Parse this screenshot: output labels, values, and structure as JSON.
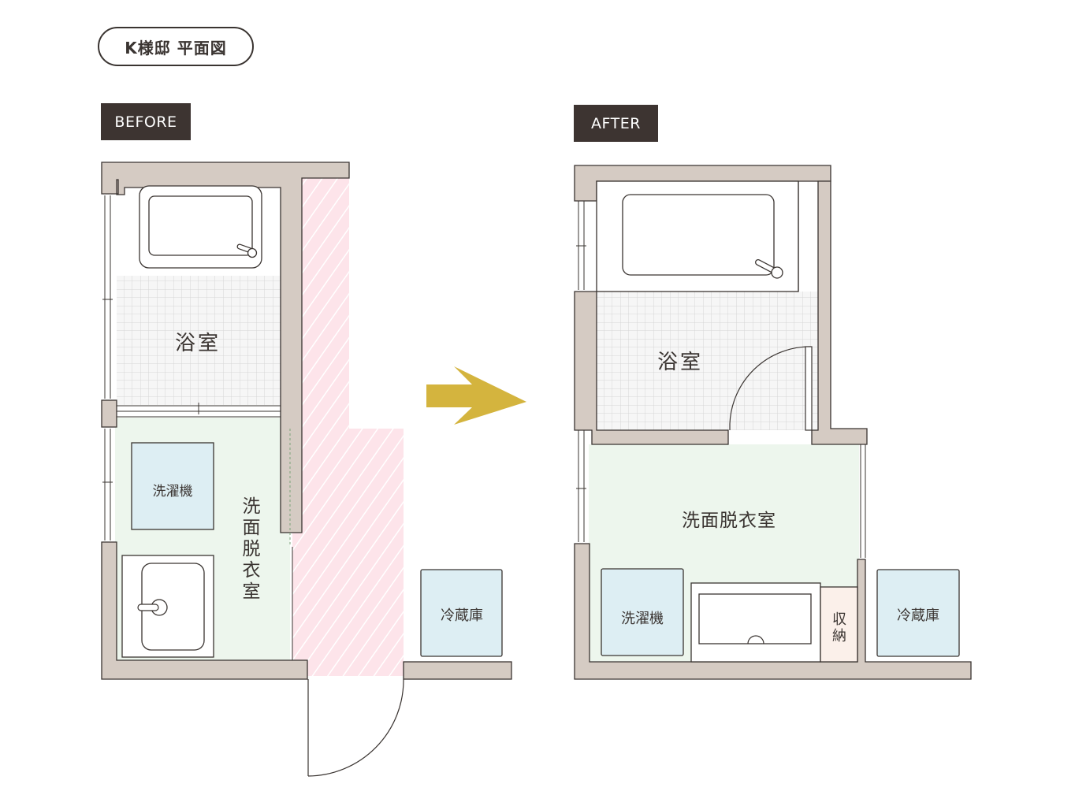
{
  "title": "K様邸 平面図",
  "before": {
    "label": "BEFORE",
    "rooms": {
      "bath": "浴室",
      "washer": "洗濯機",
      "dressing": [
        "洗",
        "面",
        "脱",
        "衣",
        "室"
      ],
      "fridge": "冷蔵庫"
    }
  },
  "after": {
    "label": "AFTER",
    "rooms": {
      "bath": "浴室",
      "dressing": "洗面脱衣室",
      "washer": "洗濯機",
      "storage": [
        "収",
        "納"
      ],
      "fridge": "冷蔵庫"
    }
  },
  "colors": {
    "wall": "#d5cbc3",
    "wall_stroke": "#3a3431",
    "dressing_floor": "#edf6ed",
    "appliance": "#ddeef3",
    "removed_area": "#fde4ea",
    "storage": "#fbf0ea",
    "tile_grid": "#d9d9d9",
    "arrow": "#d4b43e",
    "tag_bg": "#3d3431"
  },
  "icons": [
    "arrow-right-icon",
    "bathtub-icon",
    "faucet-icon",
    "sink-icon",
    "door-swing-icon",
    "window-icon"
  ]
}
